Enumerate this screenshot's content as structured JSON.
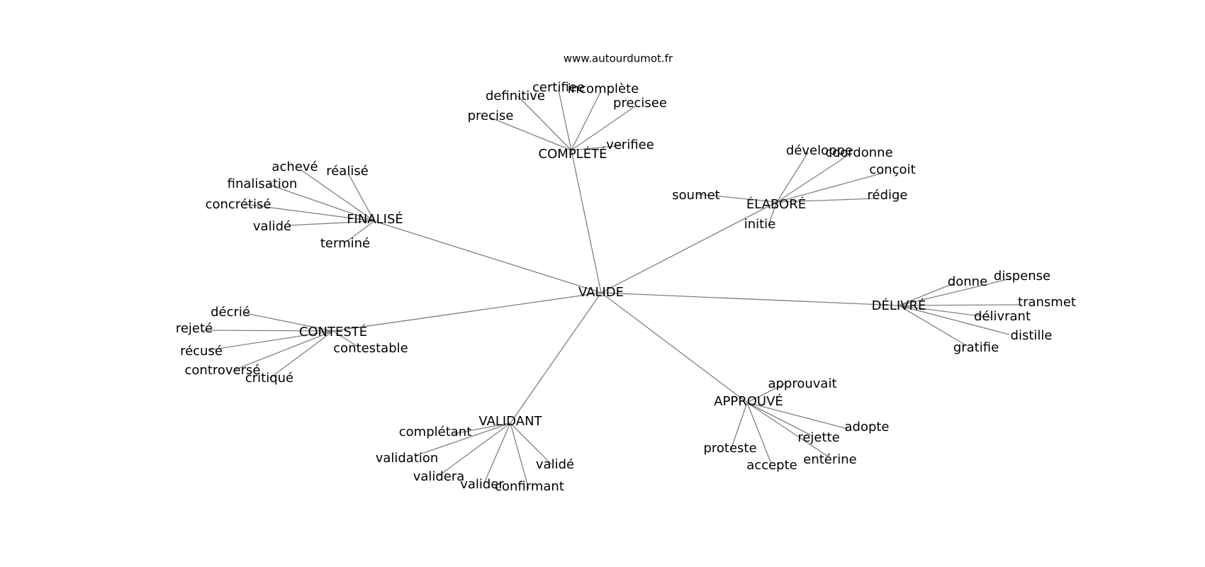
{
  "source": "www.autourdumot.fr",
  "colors": {
    "edge": "#808080",
    "text": "#000000",
    "background": "#ffffff"
  },
  "graph": {
    "center": "VALIDE",
    "groups": [
      {
        "hub": "COMPLÉTÉ",
        "words": [
          "definitive",
          "certifiee",
          "incomplète",
          "precisee",
          "precise",
          "verifiee"
        ]
      },
      {
        "hub": "FINALISÉ",
        "words": [
          "achevé",
          "réalisé",
          "finalisation",
          "concrétisé",
          "validé",
          "terminé"
        ]
      },
      {
        "hub": "ÉLABORÉ",
        "words": [
          "développe",
          "coordonne",
          "conçoit",
          "soumet",
          "rédige",
          "initie"
        ]
      },
      {
        "hub": "DÉLIVRÉ",
        "words": [
          "donne",
          "dispense",
          "transmet",
          "délivrant",
          "distille",
          "gratifie"
        ]
      },
      {
        "hub": "CONTESTÉ",
        "words": [
          "décrié",
          "rejeté",
          "récusé",
          "controversé",
          "critiqué",
          "contestable"
        ]
      },
      {
        "hub": "APPROUVÉ",
        "words": [
          "approuvait",
          "adopte",
          "rejette",
          "entérine",
          "accepte",
          "proteste"
        ]
      },
      {
        "hub": "VALIDANT",
        "words": [
          "complétant",
          "validation",
          "validera",
          "valider",
          "confirmant",
          "validé"
        ]
      }
    ]
  }
}
